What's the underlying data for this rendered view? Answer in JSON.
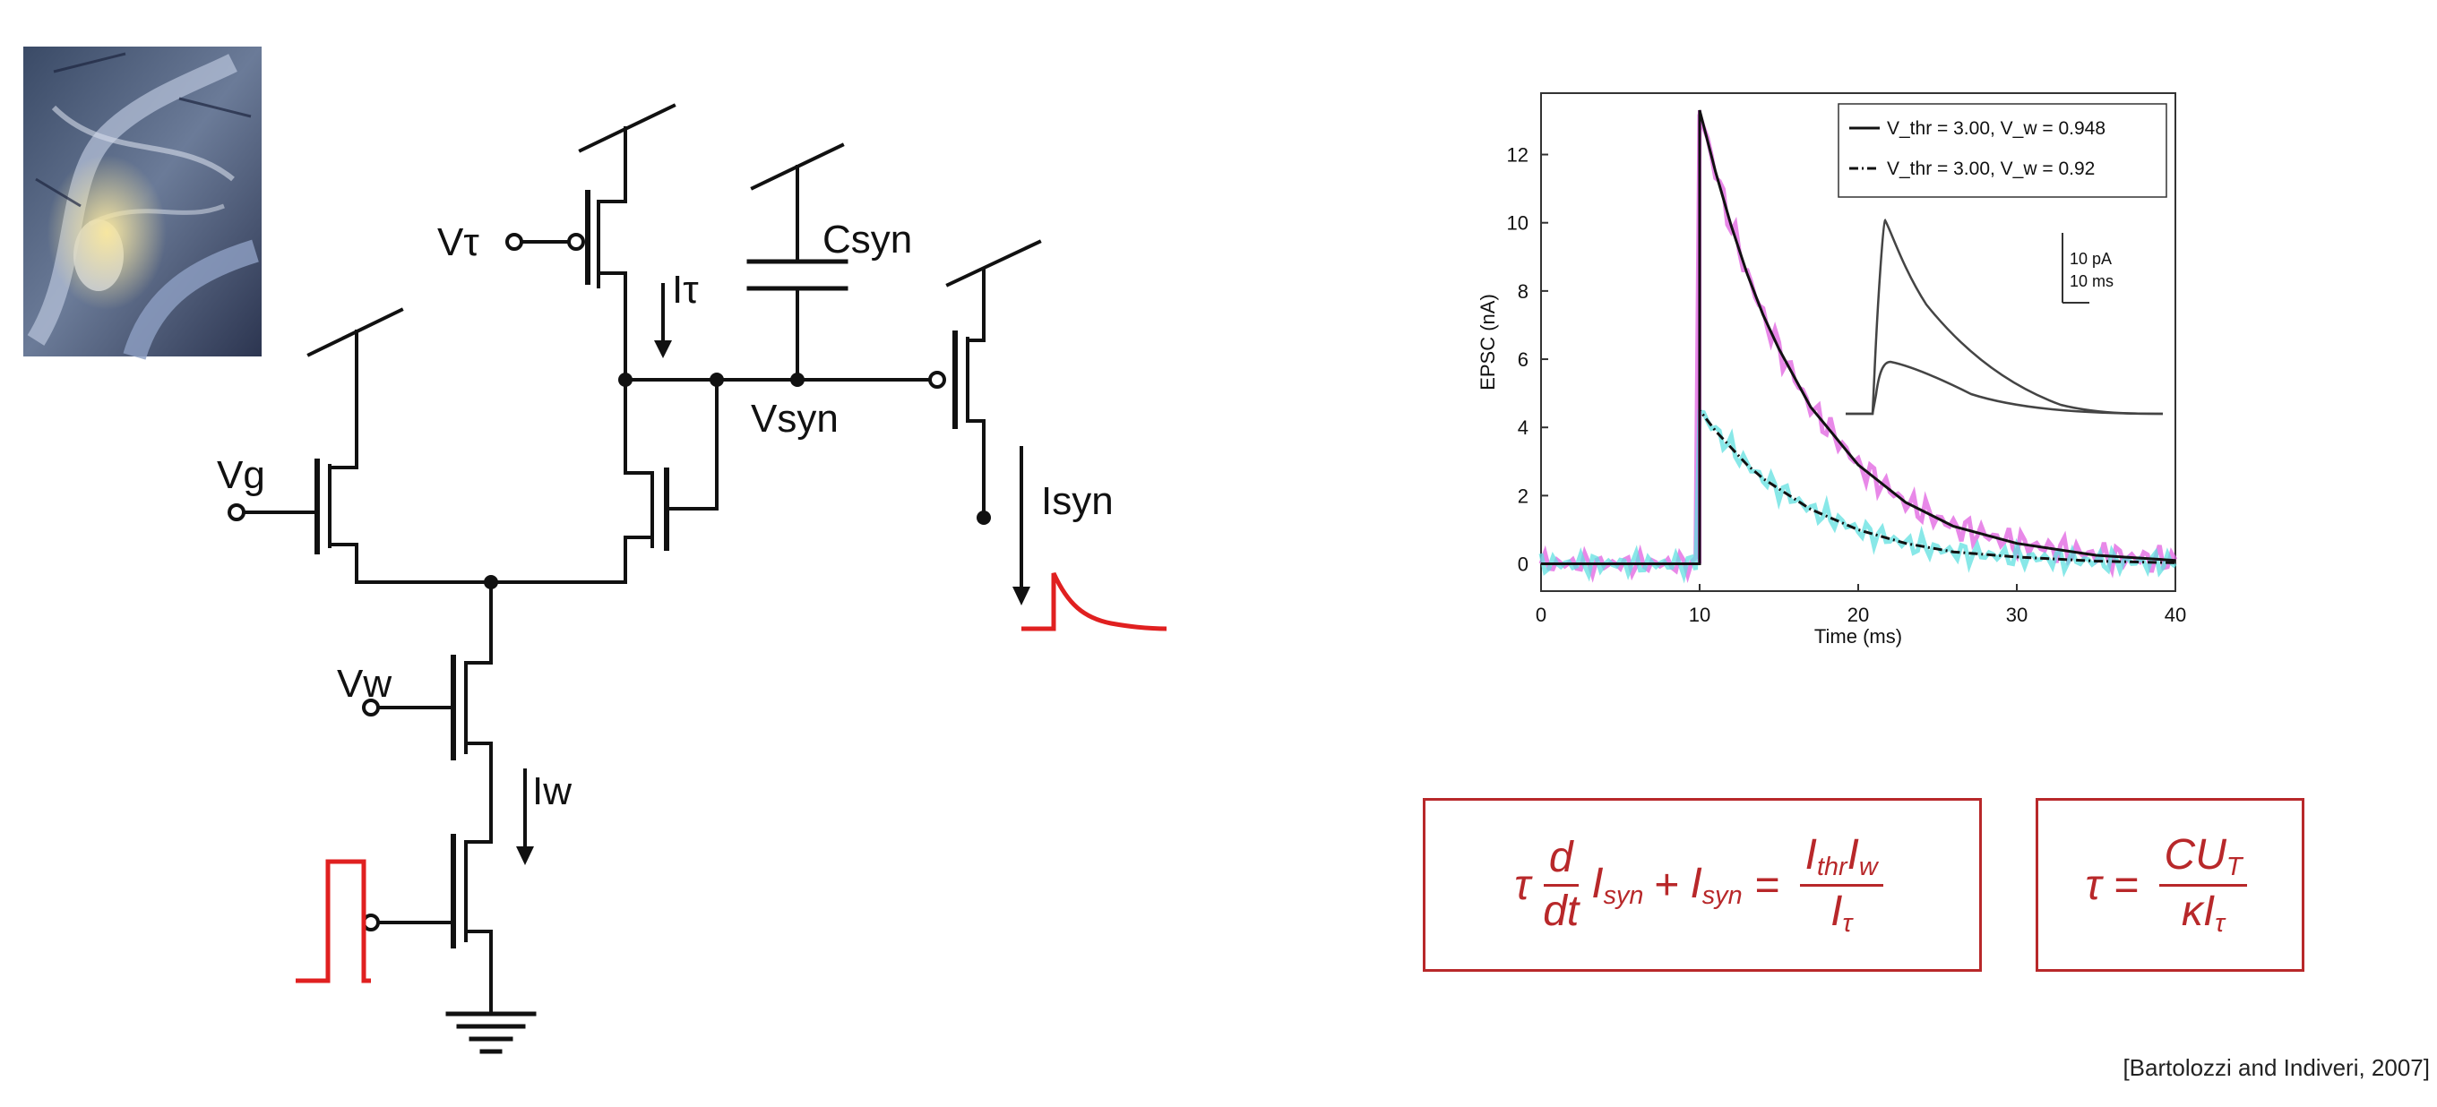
{
  "circuit": {
    "labels": {
      "vtau": "Vτ",
      "itau": "Iτ",
      "csyn": "Csyn",
      "vsyn": "Vsyn",
      "vg": "Vg",
      "isyn": "Isyn",
      "vw": "Vw",
      "iw": "Iw"
    }
  },
  "chart_data": {
    "type": "line",
    "xlabel": "Time (ms)",
    "ylabel": "EPSC (nA)",
    "xlim": [
      0,
      40
    ],
    "ylim": [
      -0.8,
      13.8
    ],
    "xticks": [
      "0",
      "10",
      "20",
      "30",
      "40"
    ],
    "yticks": [
      "0",
      "2",
      "4",
      "6",
      "8",
      "10",
      "12"
    ],
    "legend_position": "top-right",
    "series": [
      {
        "name": "V_thr = 3.00, V_w = 0.948",
        "color": "#111111",
        "style": "solid",
        "x": [
          10,
          11,
          12,
          13,
          14,
          15,
          17,
          20,
          23,
          26,
          30,
          35,
          40
        ],
        "y": [
          13.3,
          11.5,
          9.9,
          8.5,
          7.3,
          6.3,
          4.6,
          2.9,
          1.8,
          1.1,
          0.6,
          0.25,
          0.1
        ]
      },
      {
        "name": "V_thr = 3.00, V_w = 0.92",
        "color": "#111111",
        "style": "dashdot",
        "x": [
          10,
          11,
          12,
          13,
          14,
          15,
          17,
          20,
          23,
          26,
          30,
          35,
          40
        ],
        "y": [
          4.5,
          3.9,
          3.4,
          2.9,
          2.5,
          2.2,
          1.6,
          1.0,
          0.6,
          0.35,
          0.2,
          0.08,
          0.03
        ]
      }
    ],
    "inset": {
      "scale_labels": [
        "10 pA",
        "10 ms"
      ]
    }
  },
  "equations": {
    "eq1": {
      "tau": "τ",
      "d": "d",
      "dt": "dt",
      "isyn1": "I",
      "isyn1_sub": "syn",
      "plus": "+",
      "isyn2": "I",
      "isyn2_sub": "syn",
      "equals": "=",
      "num_a": "I",
      "num_a_sub": "thr",
      "num_b": "I",
      "num_b_sub": "w",
      "den": "I",
      "den_sub": "τ"
    },
    "eq2": {
      "tau": "τ",
      "equals": "=",
      "num": "CU",
      "num_sub": "T",
      "den": "κI",
      "den_sub": "τ"
    }
  },
  "citation": "[Bartolozzi and Indiveri, 2007]",
  "colors": {
    "pulse_red": "#e02020",
    "eq_red": "#b8282a",
    "magenta_noise": "#e060e0",
    "cyan_noise": "#60e0e0",
    "wire": "#111111"
  }
}
